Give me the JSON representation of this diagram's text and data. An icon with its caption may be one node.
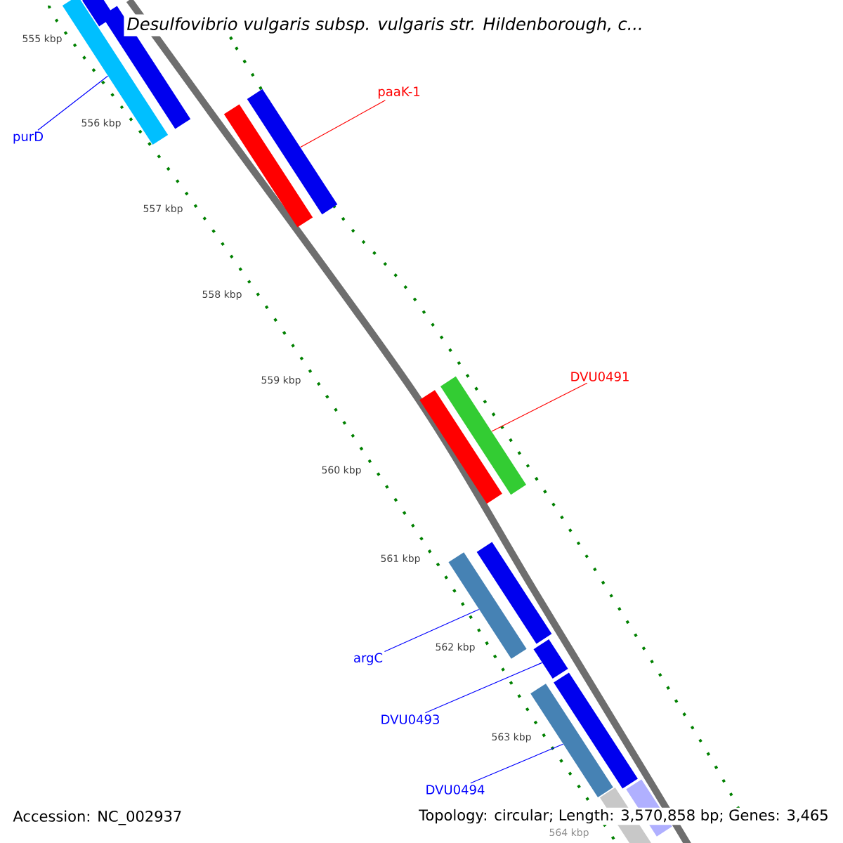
{
  "diagram": {
    "title": "Desulfovibrio vulgaris subsp. vulgaris str. Hildenborough, c...",
    "nodes": [
      {
        "text": [
          "purD"
        ]
      },
      {
        "text": [],
        "shape": "bar"
      },
      {
        "text": [
          "paaK-1"
        ]
      },
      {
        "text": [],
        "shape": "bar"
      },
      {
        "text": [
          "DVU0491"
        ]
      },
      {
        "text": [],
        "shape": "bar"
      },
      {
        "text": [
          "argC"
        ]
      },
      {
        "text": [],
        "shape": "bar"
      },
      {
        "text": [
          "DVU0493"
        ]
      },
      {
        "text": [],
        "shape": "bar"
      },
      {
        "text": [
          "DVU0494"
        ]
      },
      {
        "text": [],
        "shape": "bar"
      },
      {
        "text": [],
        "shape": "bar"
      },
      {
        "text": [],
        "shape": "bar"
      },
      {
        "text": [],
        "shape": "bar"
      },
      {
        "text": [],
        "shape": "bar"
      },
      {
        "text": [],
        "shape": "bar"
      },
      {
        "text": [],
        "shape": "bar"
      },
      {
        "text": [],
        "shape": "bar"
      },
      {
        "text": [],
        "shape": "bar"
      }
    ],
    "edges": [
      {
        "from": 0,
        "to": 1,
        "arrow": "none"
      },
      {
        "from": 2,
        "to": 3,
        "arrow": "none",
        "color": "#ff0000"
      },
      {
        "from": 4,
        "to": 5,
        "arrow": "none",
        "color": "#ff0000"
      },
      {
        "from": 6,
        "to": 7,
        "arrow": "none"
      },
      {
        "from": 8,
        "to": 9,
        "arrow": "none"
      },
      {
        "from": 10,
        "to": 11,
        "arrow": "none"
      }
    ],
    "labels": [
      "555 kbp",
      "556 kbp",
      "557 kbp",
      "558 kbp",
      "559 kbp",
      "560 kbp",
      "561 kbp",
      "562 kbp",
      "563 kbp",
      "564 kbp",
      "Accession: NC_002937",
      "Topology: circular; Length: 3,570,858 bp; Genes: 3,465"
    ]
  }
}
